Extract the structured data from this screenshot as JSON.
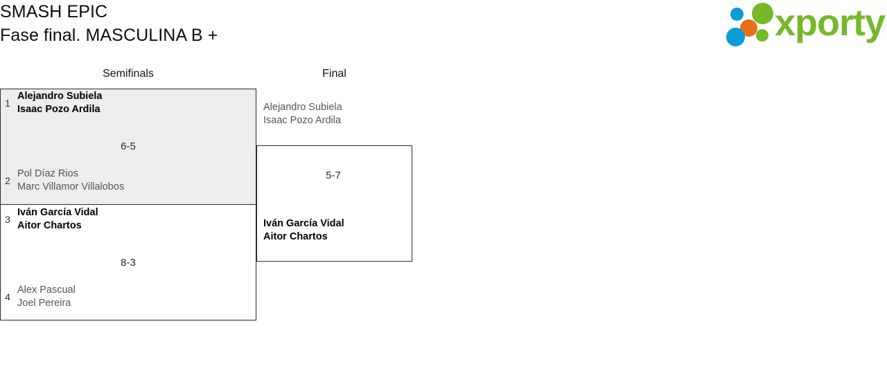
{
  "header": {
    "title_line_1": "SMASH EPIC",
    "title_line_2": "Fase final. MASCULINA B +"
  },
  "logo": {
    "wordmark": "xporty",
    "colors": {
      "green": "#76b82a",
      "blue": "#0b9cd8",
      "orange": "#e8701a"
    },
    "dots": [
      {
        "name": "blue-top",
        "color": "#0b9cd8"
      },
      {
        "name": "orange-middle",
        "color": "#e8701a"
      },
      {
        "name": "blue-bottom",
        "color": "#0b9cd8"
      },
      {
        "name": "green-large",
        "color": "#76b82a"
      },
      {
        "name": "green-small",
        "color": "#76b82a"
      }
    ]
  },
  "bracket": {
    "rounds": [
      {
        "key": "semifinals",
        "label": "Semifinals"
      },
      {
        "key": "final",
        "label": "Final"
      }
    ],
    "semifinals": [
      {
        "score": "6-5",
        "highlighted": true,
        "teams": [
          {
            "seed": "1",
            "player_1": "Alejandro Subiela",
            "player_2": "Isaac Pozo Ardila",
            "result": "winner"
          },
          {
            "seed": "2",
            "player_1": "Pol Díaz Rios",
            "player_2": "Marc Villamor Villalobos",
            "result": "loser"
          }
        ]
      },
      {
        "score": "8-3",
        "highlighted": false,
        "teams": [
          {
            "seed": "3",
            "player_1": "Iván García Vidal",
            "player_2": "Aitor Chartos",
            "result": "winner"
          },
          {
            "seed": "4",
            "player_1": "Alex Pascual",
            "player_2": "Joel Pereira",
            "result": "loser"
          }
        ]
      }
    ],
    "final": {
      "score": "5-7",
      "teams": [
        {
          "seed": "",
          "player_1": "Alejandro Subiela",
          "player_2": "Isaac Pozo Ardila",
          "result": "loser"
        },
        {
          "seed": "",
          "player_1": "Iván García Vidal",
          "player_2": "Aitor Chartos",
          "result": "winner"
        }
      ]
    }
  }
}
